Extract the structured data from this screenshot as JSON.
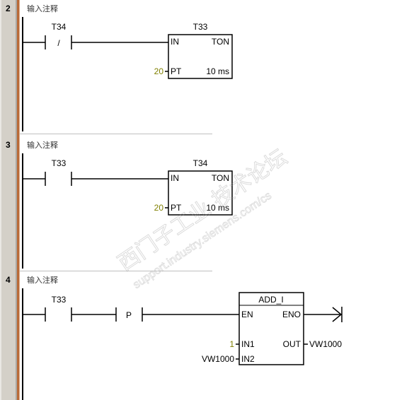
{
  "colors": {
    "wire": "#000000",
    "gutter": "#d4d0c8",
    "gutter_shadow": "#808080",
    "divider": "#c0c0c0",
    "const_value": "#808000",
    "watermark": "#9a9a9a"
  },
  "networks": [
    {
      "number": "2",
      "comment": "输入注释",
      "contacts": [
        {
          "operand": "T34",
          "symbol": "/"
        }
      ],
      "box": {
        "title": "T33",
        "type": "TON",
        "pins": {
          "in": "IN",
          "pt": "PT",
          "pt_value": "20",
          "resolution": "10 ms"
        }
      }
    },
    {
      "number": "3",
      "comment": "输入注释",
      "contacts": [
        {
          "operand": "T33",
          "symbol": ""
        }
      ],
      "box": {
        "title": "T34",
        "type": "TON",
        "pins": {
          "in": "IN",
          "pt": "PT",
          "pt_value": "20",
          "resolution": "10 ms"
        }
      }
    },
    {
      "number": "4",
      "comment": "输入注释",
      "contacts": [
        {
          "operand": "T33",
          "symbol": ""
        },
        {
          "operand": "",
          "symbol": "P"
        }
      ],
      "box": {
        "title": "ADD_I",
        "pins": {
          "en": "EN",
          "eno": "ENO",
          "in1": "IN1",
          "in1_value": "1",
          "in2": "IN2",
          "in2_value": "VW1000",
          "out": "OUT",
          "out_value": "VW1000"
        }
      }
    }
  ],
  "watermark": {
    "line1": "西门子工业",
    "line2": "support.industry.siemens.com/cs",
    "line3": "技术论坛"
  }
}
